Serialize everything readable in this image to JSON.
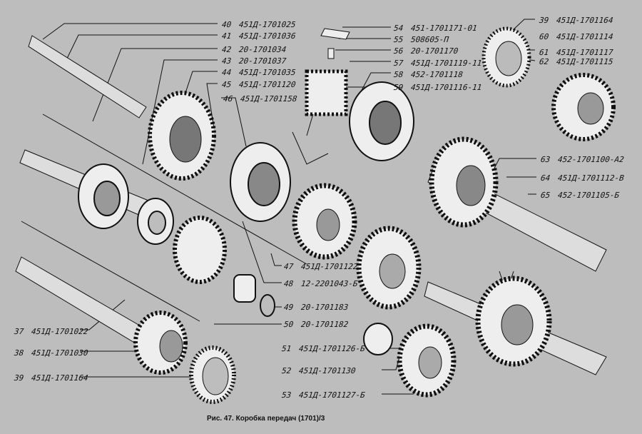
{
  "caption": "Рис. 47. Коробка передач (1701)/3",
  "labels": {
    "p40": {
      "num": "40",
      "code": "451Д-1701025"
    },
    "p41": {
      "num": "41",
      "code": "451Д-1701036"
    },
    "p42": {
      "num": "42",
      "code": "20-1701034"
    },
    "p43": {
      "num": "43",
      "code": "20-1701037"
    },
    "p44": {
      "num": "44",
      "code": "451Д-1701035"
    },
    "p45": {
      "num": "45",
      "code": "451Д-1701120"
    },
    "p46": {
      "num": "46",
      "code": "451Д-1701158"
    },
    "p54": {
      "num": "54",
      "code": "451-1701171-01"
    },
    "p55": {
      "num": "55",
      "code": "508605-П"
    },
    "p56": {
      "num": "56",
      "code": "20-1701170"
    },
    "p57": {
      "num": "57",
      "code": "451Д-1701119-11"
    },
    "p58": {
      "num": "58",
      "code": "452-1701118"
    },
    "p59": {
      "num": "59",
      "code": "451Д-1701116-11"
    },
    "p39a": {
      "num": "39",
      "code": "451Д-1701164"
    },
    "p60": {
      "num": "60",
      "code": "451Д-1701114"
    },
    "p61": {
      "num": "61",
      "code": "451Д-1701117"
    },
    "p62": {
      "num": "62",
      "code": "451Д-1701115"
    },
    "p63": {
      "num": "63",
      "code": "452-1701100-А2"
    },
    "p64": {
      "num": "64",
      "code": "451Д-1701112-В"
    },
    "p65": {
      "num": "65",
      "code": "452-1701105-Б"
    },
    "p47": {
      "num": "47",
      "code": "451Д-1701122"
    },
    "p48": {
      "num": "48",
      "code": "12-2201043-Б"
    },
    "p49": {
      "num": "49",
      "code": "20-1701183"
    },
    "p50": {
      "num": "50",
      "code": "20-1701182"
    },
    "p51": {
      "num": "51",
      "code": "451Д-1701126-Б"
    },
    "p52": {
      "num": "52",
      "code": "451Д-1701130"
    },
    "p53": {
      "num": "53",
      "code": "451Д-1701127-Б"
    },
    "p37": {
      "num": "37",
      "code": "451Д-1701022"
    },
    "p38": {
      "num": "38",
      "code": "451Д-1701030"
    },
    "p39b": {
      "num": "39",
      "code": "451Д-1701164"
    }
  }
}
